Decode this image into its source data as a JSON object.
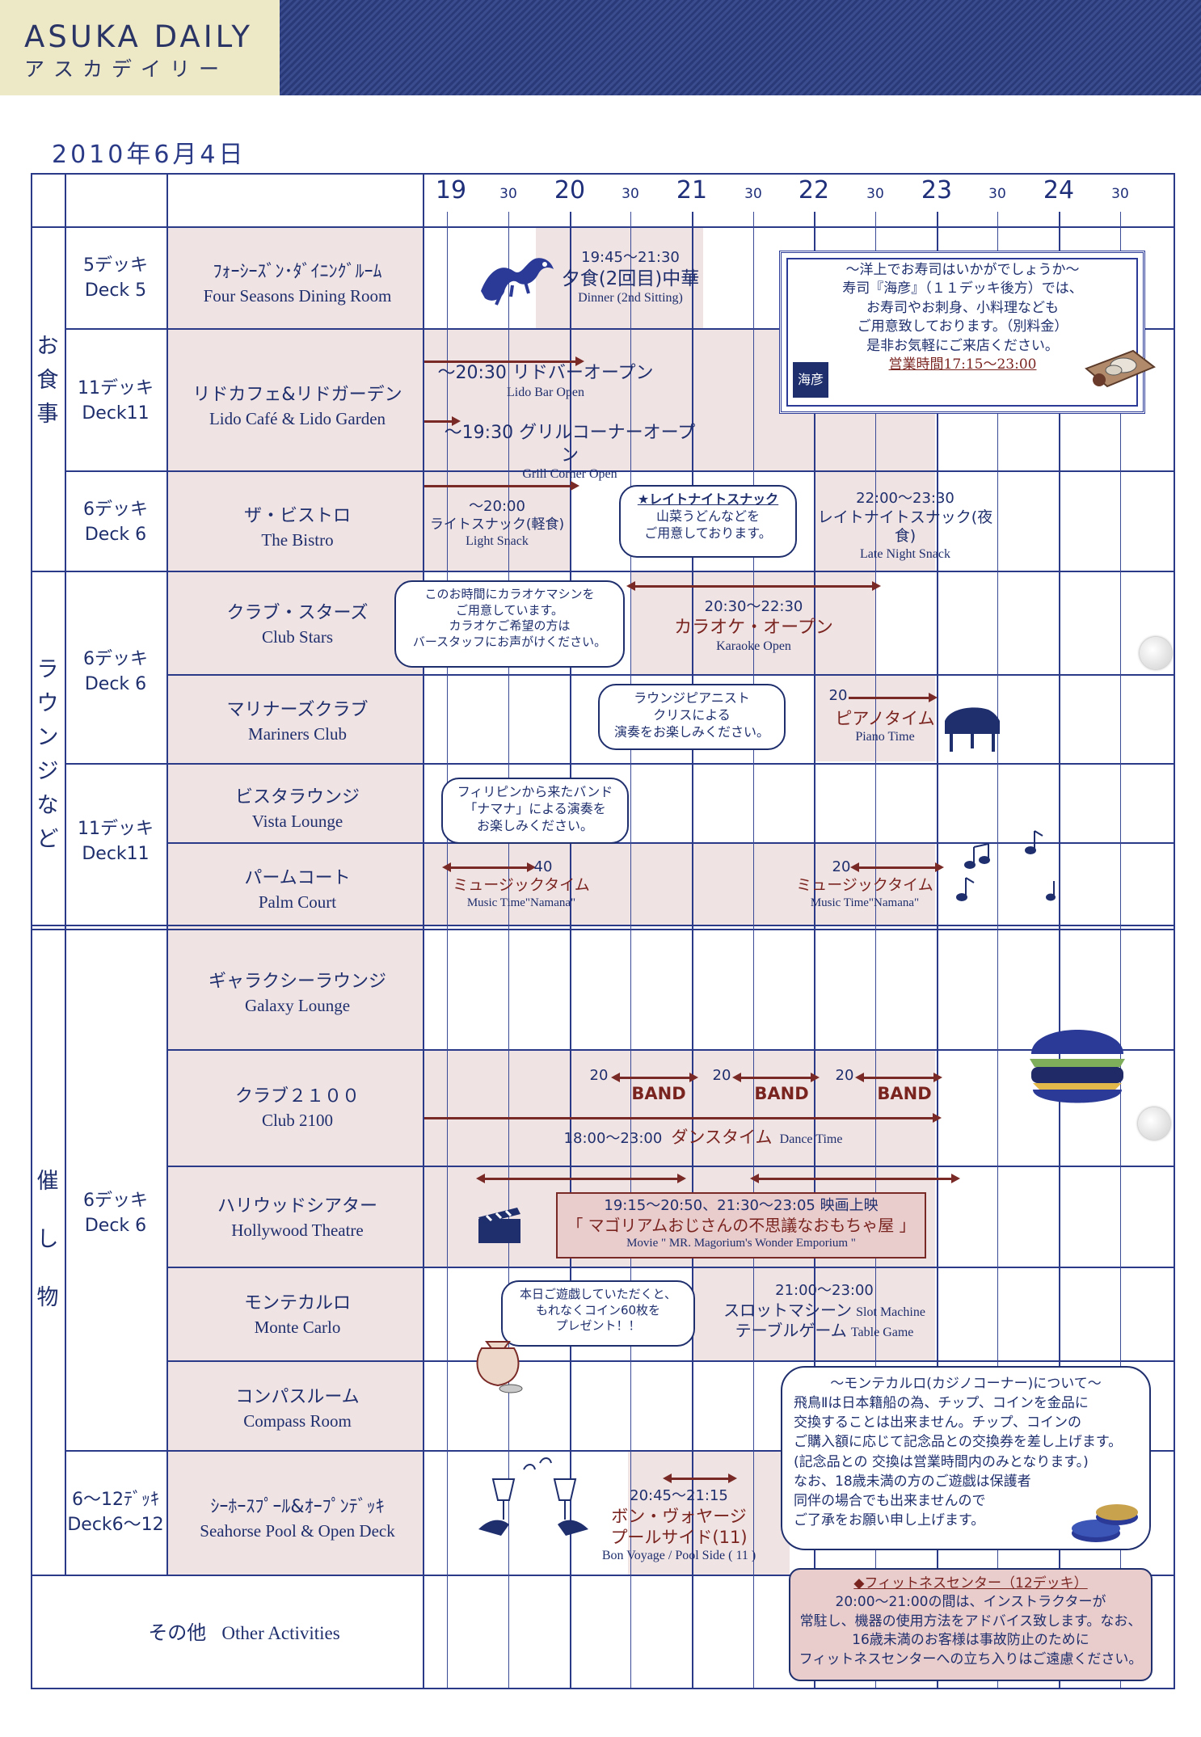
{
  "header": {
    "brand": "ASUKA DAILY",
    "brand_kana": "アスカデイリー"
  },
  "date": "2010年6月4日",
  "timeline": {
    "hours": [
      "19",
      "20",
      "21",
      "22",
      "23",
      "24"
    ],
    "half": "30"
  },
  "categories": {
    "dining": "お食事",
    "lounge": "ラウンジなど",
    "events": "催し物"
  },
  "decks": {
    "d5": [
      "5デッキ",
      "Deck 5"
    ],
    "d11a": [
      "11デッキ",
      "Deck11"
    ],
    "d6a": [
      "6デッキ",
      "Deck 6"
    ],
    "d6b": [
      "6デッキ",
      "Deck 6"
    ],
    "d11b": [
      "11デッキ",
      "Deck11"
    ],
    "d6c": [
      "6デッキ",
      "Deck 6"
    ],
    "d612": [
      "6〜12ﾃﾞｯｷ",
      "Deck6〜12"
    ]
  },
  "venues": {
    "four_seasons": [
      "ﾌｫｰｼｰｽﾞﾝ･ﾀﾞｲﾆﾝｸﾞﾙｰﾑ",
      "Four Seasons Dining Room"
    ],
    "lido": [
      "リドカフェ&リドガーデン",
      "Lido Café & Lido Garden"
    ],
    "bistro": [
      "ザ・ビストロ",
      "The Bistro"
    ],
    "club_stars": [
      "クラブ・スターズ",
      "Club Stars"
    ],
    "mariners": [
      "マリナーズクラブ",
      "Mariners Club"
    ],
    "vista": [
      "ビスタラウンジ",
      "Vista Lounge"
    ],
    "palm": [
      "パームコート",
      "Palm Court"
    ],
    "galaxy": [
      "ギャラクシーラウンジ",
      "Galaxy Lounge"
    ],
    "club2100": [
      "クラブ２１００",
      "Club 2100"
    ],
    "hollywood": [
      "ハリウッドシアター",
      "Hollywood Theatre"
    ],
    "monte": [
      "モンテカルロ",
      "Monte Carlo"
    ],
    "compass": [
      "コンパスルーム",
      "Compass Room"
    ],
    "seahorse": [
      "ｼｰﾎｰｽﾌﾟｰﾙ&ｵｰﾌﾟﾝﾃﾞｯｷ",
      "Seahorse Pool & Open Deck"
    ],
    "other": [
      "その他",
      "Other Activities"
    ]
  },
  "events": {
    "dinner": {
      "time": "19:45〜21:30",
      "jp": "夕食(2回目)中華",
      "en": "Dinner (2nd Sitting)"
    },
    "sushi": {
      "lines": [
        "〜洋上でお寿司はいかがでしょうか〜",
        "寿司『海彦』（１１デッキ後方）では、",
        "お寿司やお刺身、小料理なども",
        "ご用意致しております。（別料金）",
        "是非お気軽にご来店ください。"
      ],
      "hours": "営業時間17:15〜23:00",
      "logo": "海彦"
    },
    "lido_bar": {
      "jp": "〜20:30 リドバーオープン",
      "en": "Lido Bar Open"
    },
    "grill": {
      "jp": "〜19:30 グリルコーナーオープン",
      "en": "Grill Corner Open"
    },
    "light_snack": {
      "time": "〜20:00",
      "jp": "ライトスナック(軽食)",
      "en": "Light Snack"
    },
    "late_note": {
      "title": "★レイトナイトスナック",
      "lines": [
        "山菜うどんなどを",
        "ご用意しております。"
      ]
    },
    "late_snack": {
      "time": "22:00〜23:30",
      "jp": "レイトナイトスナック(夜食)",
      "en": "Late Night Snack"
    },
    "karaoke_note": [
      "このお時間にカラオケマシンを",
      "ご用意しています。",
      "カラオケご希望の方は",
      "バースタッフにお声がけください。"
    ],
    "karaoke": {
      "time": "20:30〜22:30",
      "jp": "カラオケ・オープン",
      "en": "Karaoke Open"
    },
    "pianist_note": [
      "ラウンジピアニスト",
      "クリスによる",
      "演奏をお楽しみください。"
    ],
    "piano": {
      "start": "20",
      "jp": "ピアノタイム",
      "en": "Piano Time"
    },
    "band_note": [
      "フィリピンから来たバンド",
      "「ナマナ」による演奏を",
      "お楽しみください。"
    ],
    "music1": {
      "num": "40",
      "jp": "ミュージックタイム",
      "en": "Music Time\"Namana\""
    },
    "music2": {
      "num": "20",
      "jp": "ミュージックタイム",
      "en": "Music Time\"Namana\""
    },
    "bands": [
      {
        "num": "20",
        "label": "BAND"
      },
      {
        "num": "20",
        "label": "BAND"
      },
      {
        "num": "20",
        "label": "BAND"
      }
    ],
    "dance": {
      "time": "18:00〜23:00",
      "jp": "ダンスタイム",
      "en": "Dance Time"
    },
    "movie": {
      "time": "19:15〜20:50、21:30〜23:05  映画上映",
      "jp": "「 マゴリアムおじさんの不思議なおもちゃ屋 」",
      "en": "Movie \" MR. Magorium's Wonder Emporium \""
    },
    "coin_note": [
      "本日ご遊戯していただくと、",
      "もれなくコイン60枚を",
      "プレゼント！！"
    ],
    "slots": {
      "time": "21:00〜23:00",
      "jp1": "スロットマシーン",
      "en1": "Slot Machine",
      "jp2": "テーブルゲーム",
      "en2": "Table Game"
    },
    "casino_note": {
      "title": "〜モンテカルロ(カジノコーナー)について〜",
      "lines": [
        "飛鳥Ⅱは日本籍船の為、チップ、コインを金品に",
        "交換することは出来ません。チップ、コインの",
        "ご購入額に応じて記念品との交換券を差し上げます。",
        "(記念品との 交換は営業時間内のみとなります。)",
        "なお、18歳未満の方のご遊戯は保護者",
        "同伴の場合でも出来ませんので",
        "ご了承をお願い申し上げます。"
      ]
    },
    "bon_voyage": {
      "time": "20:45〜21:15",
      "jp1": "ボン・ヴォヤージ",
      "jp2": "プールサイド(11)",
      "en": "Bon Voyage / Pool Side ( 11 )"
    },
    "fitness": {
      "title": "◆フィットネスセンター（12デッキ）",
      "lines": [
        "20:00〜21:00の間は、インストラクターが",
        "常駐し、機器の使用方法をアドバイス致します。なお、",
        "16歳未満のお客様は事故防止のために",
        "フィットネスセンターへの立ち入りはご遠慮ください。"
      ]
    }
  },
  "icons": [
    "dragon-icon",
    "piano-icon",
    "music-notes-icon",
    "burger-icon",
    "clapperboard-icon",
    "money-bag-icon",
    "champagne-icon",
    "sushi-plate-icon",
    "casino-chips-icon"
  ]
}
